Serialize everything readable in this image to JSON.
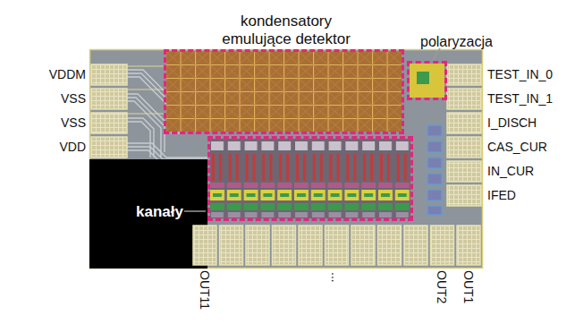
{
  "diagram": {
    "nodes": [
      {
        "text": [
          "kondensatory emulujące detektor"
        ]
      },
      {
        "text": [
          "polaryzacja"
        ]
      },
      {
        "text": [
          "kanały"
        ]
      }
    ],
    "labels": [
      "VDDM",
      "VSS",
      "VSS",
      "VDD",
      "TEST_IN_0",
      "TEST_IN_1",
      "I_DISCH",
      "CAS_CUR",
      "IN_CUR",
      "IFED",
      "OUT11",
      "...",
      "OUT2",
      "OUT1"
    ]
  }
}
